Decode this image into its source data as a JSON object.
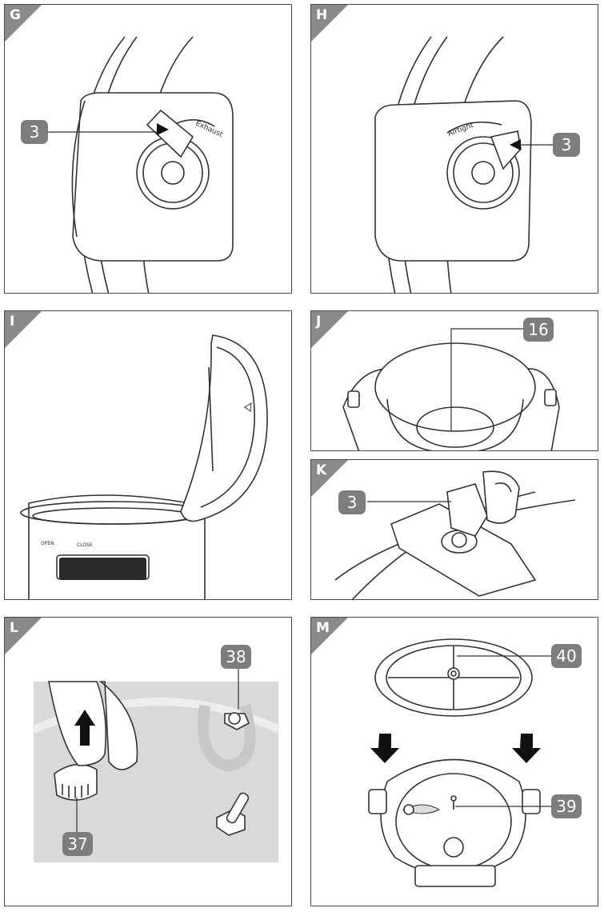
{
  "panels": {
    "g": {
      "letter": "G",
      "callout": "3",
      "label": "Exhaust"
    },
    "h": {
      "letter": "H",
      "callout": "3",
      "label": "Airtight"
    },
    "i": {
      "letter": "I",
      "open_label": "OPEN",
      "close_label": "CLOSE"
    },
    "j": {
      "letter": "J",
      "callout": "16"
    },
    "k": {
      "letter": "K",
      "callout": "3"
    },
    "l": {
      "letter": "L",
      "callout_top": "38",
      "callout_bottom": "37"
    },
    "m": {
      "letter": "M",
      "callout_top": "40",
      "callout_bottom": "39"
    }
  },
  "colors": {
    "corner": "#8a8a8a",
    "callout": "#7d7d7d",
    "line": "#333333",
    "shade": "#d9d9d9"
  }
}
